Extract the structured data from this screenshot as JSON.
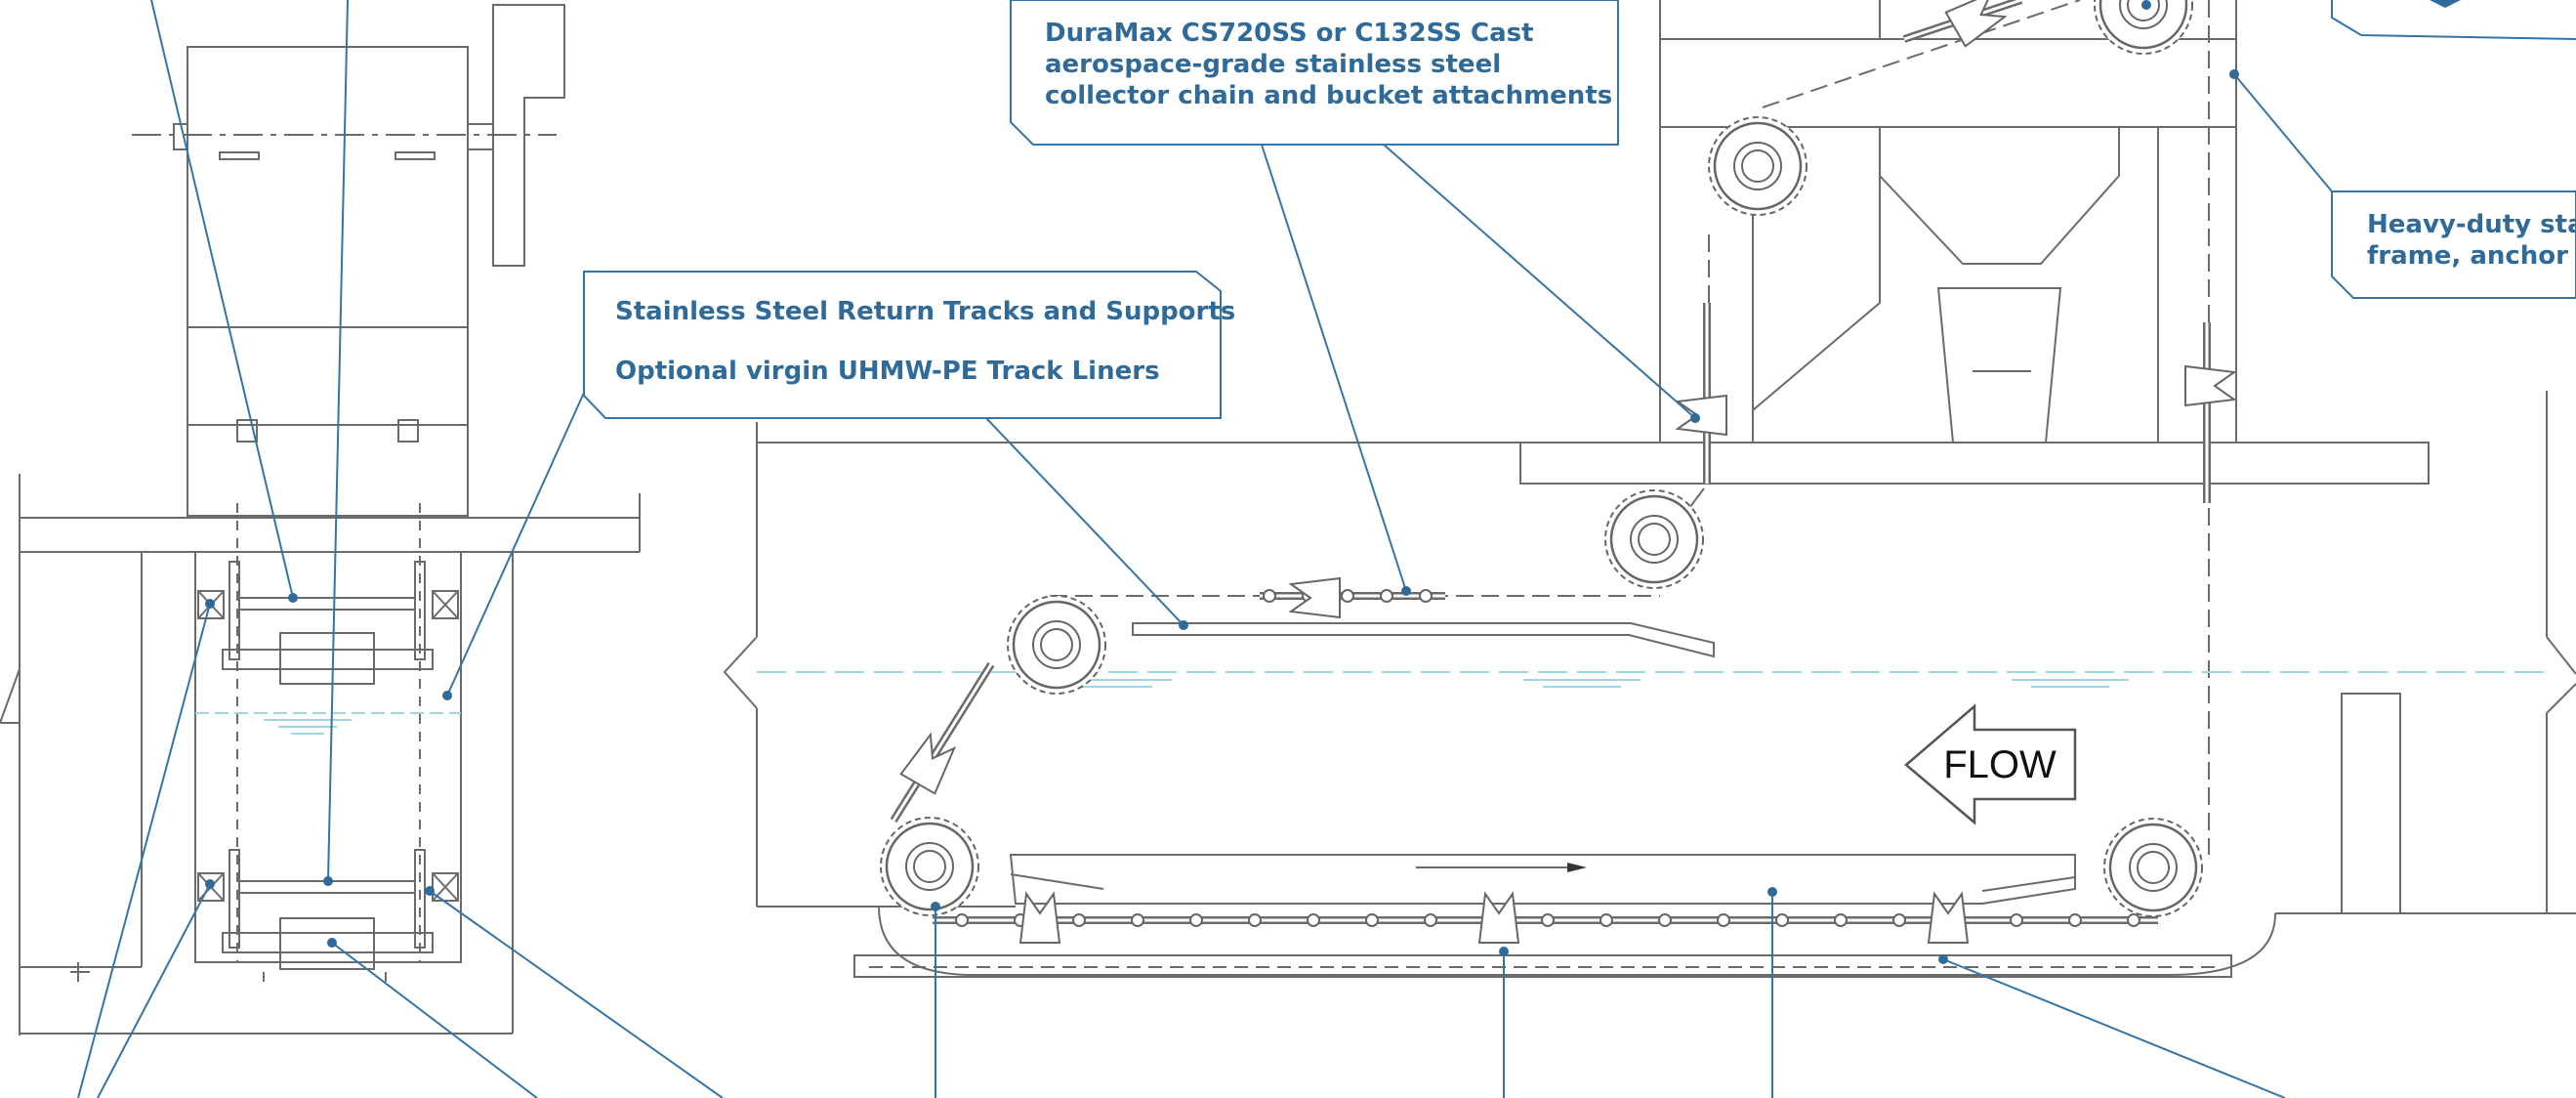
{
  "callouts": {
    "chain": {
      "lines": [
        "DuraMax CS720SS or C132SS Cast",
        "aerospace-grade stainless steel",
        "collector chain and bucket attachments"
      ]
    },
    "tracks": {
      "line1": "Stainless Steel Return Tracks and Supports",
      "line2": "Optional virgin UHMW-PE Track Liners"
    },
    "frame": {
      "lines": [
        "Heavy-duty stai",
        "frame, anchor b"
      ]
    }
  },
  "flow_arrow": {
    "label": "FLOW"
  },
  "colors": {
    "callout_text": "#2f6a99",
    "leader": "#3574a6",
    "drawing": "#6b6b6b",
    "water": "#9fd6e6"
  }
}
